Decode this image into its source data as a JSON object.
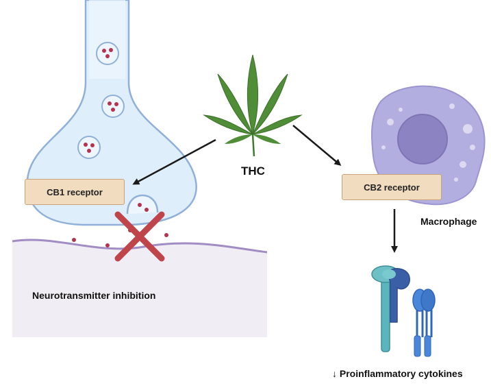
{
  "labels": {
    "cb1": "CB1 receptor",
    "cb2": "CB2 receptor",
    "thc": "THC",
    "macrophage": "Macrophage",
    "inhibition": "Neurotransmitter inhibition",
    "cytokines": "↓ Proinflammatory cytokines"
  },
  "icons": [
    "cannabis-leaf-icon",
    "macrophage-icon",
    "cytokine-receptor-icon",
    "inhibition-x-icon"
  ],
  "colors": {
    "neuron_fill": "#dfeefb",
    "neuron_stroke": "#8fb0d8",
    "vesicle_dot": "#b5334f",
    "postsynaptic_fill": "#f0edf4",
    "membrane": "#a18cc4",
    "receptor_fill": "#f1dcc0",
    "receptor_stroke": "#c9a27c",
    "leaf": "#4f8d36",
    "cross": "#c0454a",
    "macrophage_body": "#b3aee0",
    "macrophage_nucleus": "#8c83c3"
  }
}
